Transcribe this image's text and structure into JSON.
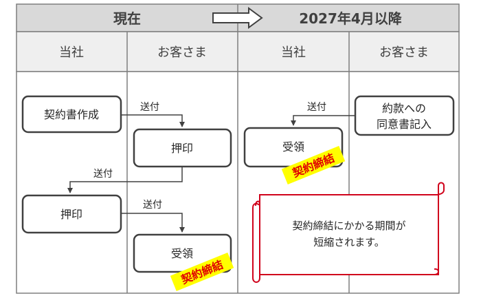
{
  "header": {
    "current_label": "現在",
    "future_label": "2027年4月以降"
  },
  "columns": {
    "company": "当社",
    "customer": "お客さま"
  },
  "current_flow": {
    "box_create_contract": "契約書作成",
    "box_seal_customer": "押印",
    "box_seal_company": "押印",
    "box_receive": "受領",
    "send_label": "送付",
    "badge": "契約締結"
  },
  "future_flow": {
    "box_agree_line1": "約款への",
    "box_agree_line2": "同意書記入",
    "box_receive": "受領",
    "send_label": "送付",
    "badge": "契約締結"
  },
  "note": {
    "line1": "契約締結にかかる期間が",
    "line2": "短縮されます。"
  },
  "colors": {
    "header_bg": "#d9d9d9",
    "grid": "#7f7f7f",
    "box_border": "#404040",
    "badge_bg": "#ffff00",
    "badge_text": "#e00000",
    "scroll_border": "#d0021b"
  }
}
